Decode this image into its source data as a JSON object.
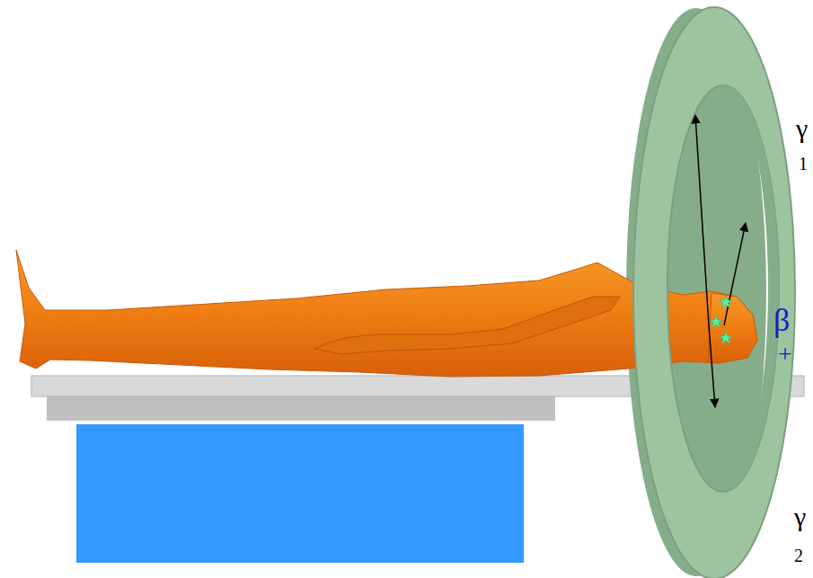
{
  "diagram": {
    "labels": [
      "γ",
      "1",
      "β",
      "+",
      "γ",
      "2"
    ]
  }
}
